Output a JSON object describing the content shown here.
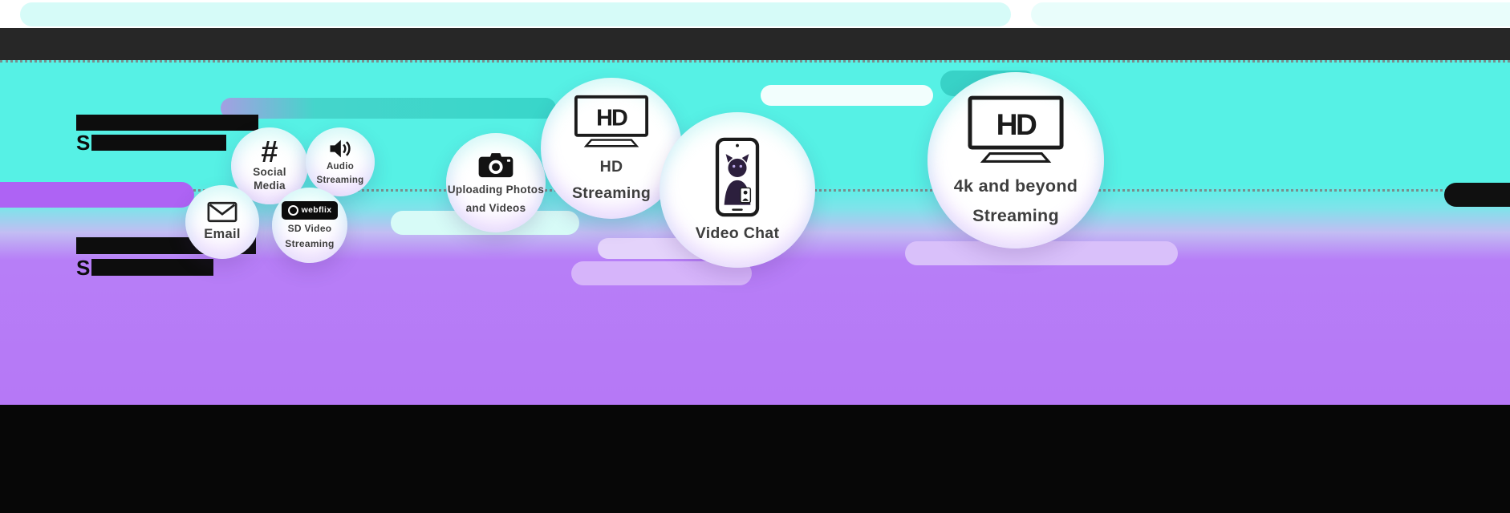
{
  "bubbles": {
    "email": {
      "label": "Email"
    },
    "social": {
      "hash": "#",
      "lines": [
        "Social",
        "Media"
      ]
    },
    "audio": {
      "lines": [
        "Audio",
        "Streaming"
      ]
    },
    "sd": {
      "badge": "webflix",
      "lines": [
        "SD Video",
        "Streaming"
      ]
    },
    "upload": {
      "lines": [
        "Uploading Photos",
        "and Videos"
      ]
    },
    "hd": {
      "tv_logo": "HD",
      "lines": [
        "HD",
        "Streaming"
      ]
    },
    "video_chat": {
      "label": "Video Chat"
    },
    "uhd": {
      "tv_logo": "HD",
      "lines": [
        "4k and beyond",
        "Streaming"
      ]
    }
  },
  "speed_blocks": [
    {
      "visible_text": "S"
    },
    {
      "visible_text": "S"
    }
  ],
  "colors": {
    "background_cyan": "#56f1e5",
    "background_purple": "#b678f6",
    "top_band": "#272727",
    "bottom_band": "#070707",
    "bubble_text": "#3e3e3e",
    "pill_teal": "#38d6ca",
    "pill_lavender": "#d6b4fa",
    "pill_purple": "#ae63f4"
  }
}
